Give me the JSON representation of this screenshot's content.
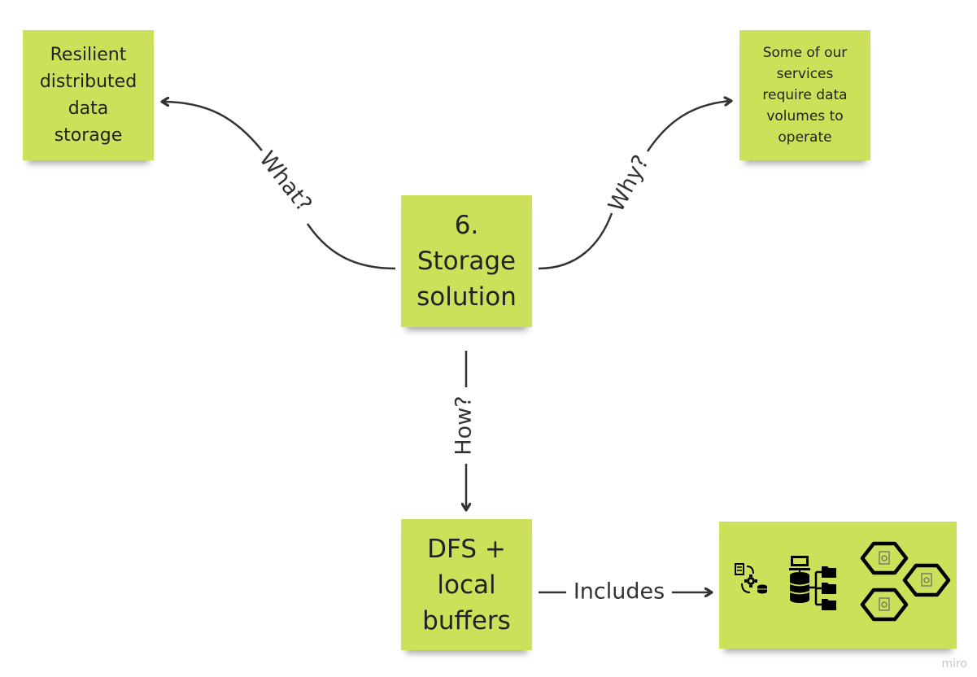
{
  "notes": {
    "what": {
      "text": "Resilient distributed data storage",
      "lines": [
        "Resilient",
        "distributed",
        "data",
        "storage"
      ]
    },
    "why": {
      "text": "Some of our services require data volumes to operate",
      "lines": [
        "Some of our",
        "services",
        "require data",
        "volumes to",
        "operate"
      ]
    },
    "main": {
      "text": "6. Storage solution",
      "lines": [
        "6.",
        "Storage",
        "solution"
      ]
    },
    "how": {
      "text": "DFS + local buffers",
      "lines": [
        "DFS +",
        "local",
        "buffers"
      ]
    },
    "includes": {
      "icons": [
        "data-sync-gear-icon",
        "server-database-folders-icon",
        "hexagon-disk-cluster-icon"
      ]
    }
  },
  "connectors": {
    "what_label": "What?",
    "why_label": "Why?",
    "how_label": "How?",
    "includes_label": "Includes"
  },
  "colors": {
    "sticky_note": "#cde05a",
    "connector": "#333333",
    "text": "#222222",
    "watermark": "#c8c8c8"
  },
  "watermark": "miro"
}
